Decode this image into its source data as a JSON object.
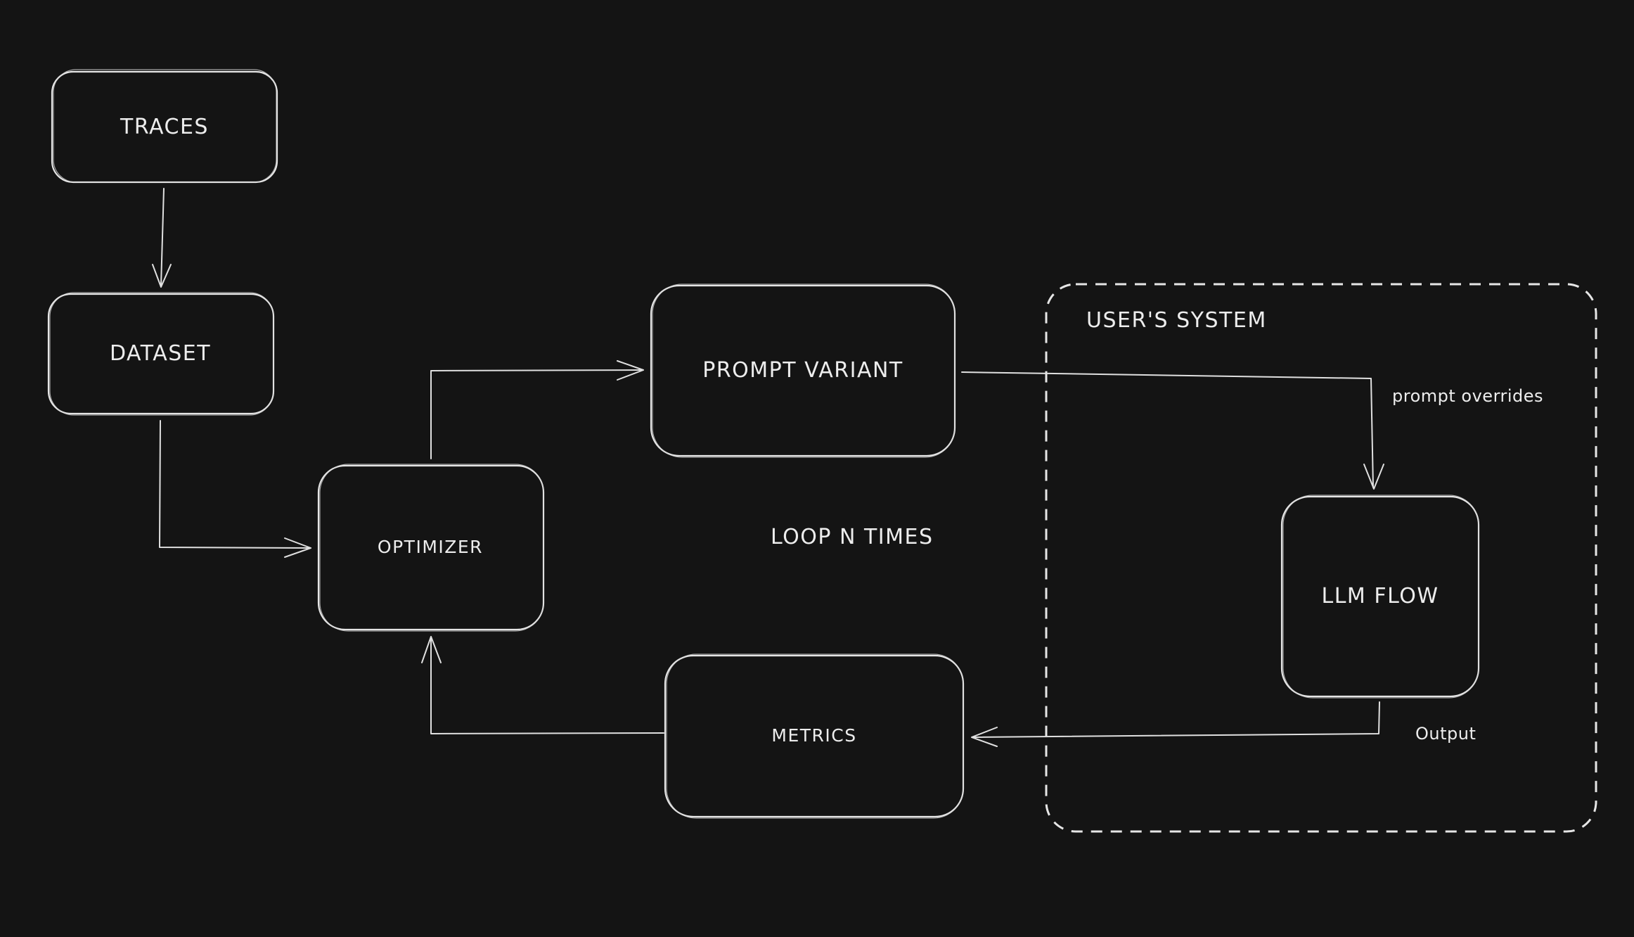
{
  "diagram": {
    "nodes": {
      "traces": "TRACES",
      "dataset": "DATASET",
      "optimizer": "OPTIMIZER",
      "prompt_variant": "PROMPT VARIANT",
      "metrics": "METRICS",
      "llm_flow": "LLM FLOW"
    },
    "group": {
      "title": "USER'S SYSTEM"
    },
    "annotations": {
      "loop": "LOOP N TIMES"
    },
    "edge_labels": {
      "prompt_overrides": "prompt overrides",
      "output": "Output"
    },
    "colors": {
      "background": "#141414",
      "stroke": "#e6e6e6",
      "text": "#ededed"
    }
  }
}
